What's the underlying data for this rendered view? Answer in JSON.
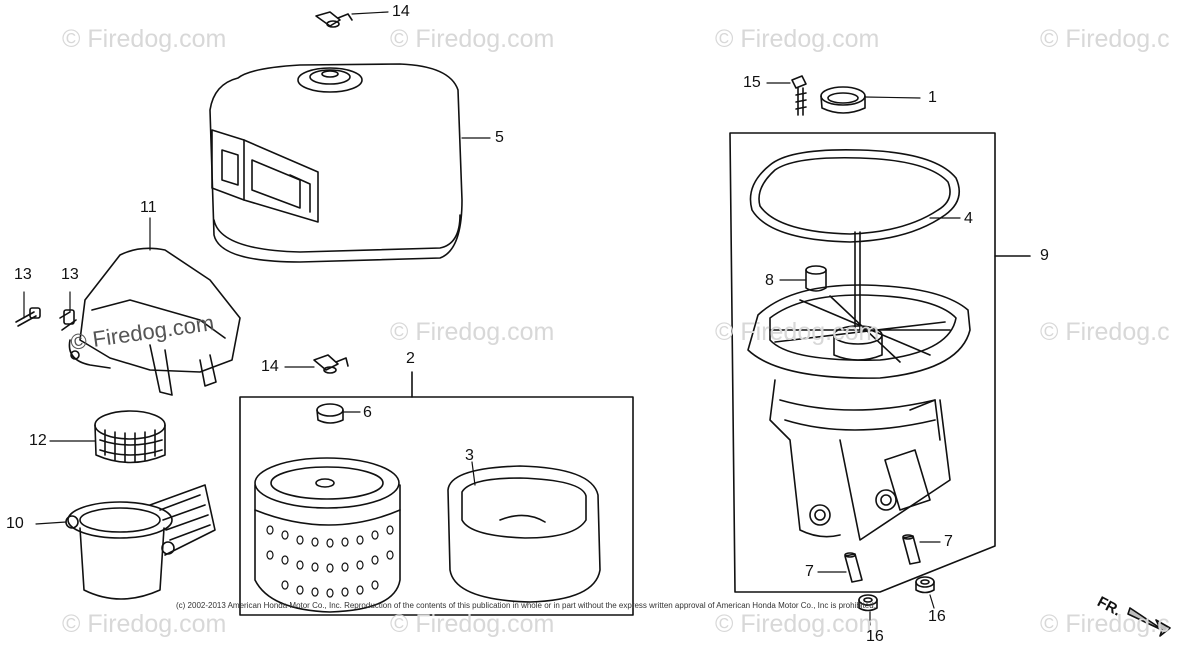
{
  "watermark": {
    "text": "© Firedog.com",
    "text_edge": "© Firedog.c",
    "text_dark": "© Firedog.com"
  },
  "callouts": {
    "c1": "1",
    "c2": "2",
    "c3": "3",
    "c4": "4",
    "c5": "5",
    "c6": "6",
    "c7a": "7",
    "c7b": "7",
    "c8": "8",
    "c9": "9",
    "c10": "10",
    "c11": "11",
    "c12": "12",
    "c13a": "13",
    "c13b": "13",
    "c14a": "14",
    "c14b": "14",
    "c15": "15",
    "c16a": "16",
    "c16b": "16"
  },
  "copyright": "(c) 2002-2013 American Honda Motor Co., Inc. Reproduction of the contents of this publication in whole or in part without the express written approval of American Honda Motor Co., Inc is prohibited.",
  "direction_label": "FR.",
  "colors": {
    "line": "#111111",
    "watermark": "#d8d8d8",
    "background": "#ffffff"
  }
}
